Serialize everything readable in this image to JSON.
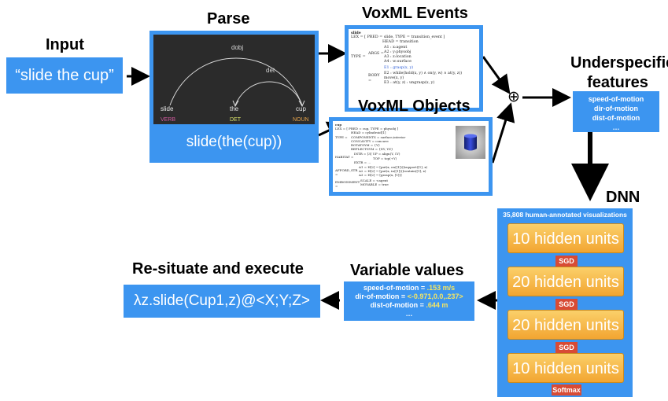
{
  "input": {
    "title": "Input",
    "text": "“slide the cup”"
  },
  "parse": {
    "title": "Parse",
    "arcs": [
      "dobj",
      "det"
    ],
    "words": [
      "slide",
      "the",
      "cup"
    ],
    "pos": [
      "VERB",
      "DET",
      "NOUN"
    ],
    "logical_form": "slide(the(cup))",
    "colors": {
      "panel": "#2b2b2b",
      "arc": "#d8d8d8",
      "verb": "#d05a9e",
      "det": "#d9e06a",
      "noun": "#e4a24a"
    }
  },
  "voxml_events": {
    "title": "VoxML Events",
    "lines": [
      "slide",
      "LEX = [ PRED = slide, TYPE = transition_event ]",
      "HEAD = transition",
      "A1 : x:agent",
      "A2 : y:physobj",
      "A3 : z:location",
      "A4 : w:surface",
      "E1 : grasp(x, y)",
      "E2 : while(hold(x, y) ∧ on(y, w) ∧ at(y, z))",
      "move(x, y)",
      "E3 : at(y, z) : ungrasp(x, y)"
    ],
    "labels": [
      "TYPE =",
      "ARGS =",
      "BODY ="
    ]
  },
  "voxml_objects": {
    "title": "VoxML Objects",
    "lines": [
      "cup",
      "LEX = [ PRED = cup, TYPE = physobj ]",
      "HEAD = cylindroid[1]",
      "COMPONENTS = surface,interior",
      "CONCAVITY = concave",
      "ROTATSYM = {Y}",
      "REFLECTSYM = {XY, YZ}",
      "INTR = [3] UP = align(Y, ℰY)",
      "TOP = top(+Y)",
      "EXTR = ...",
      "A1 = H[2] → [put(x, on([1]))]support([1], x)",
      "A2 = H[2] → [put(x, in([1]))]contain([1], x)",
      "A3 = H[2] → [grasp(x, [1])]",
      "SCALE = <agent",
      "MOVABLE = true"
    ],
    "labels": [
      "TYPE =",
      "HABITAT =",
      "AFFORD_STR =",
      "EMBODIMENT ="
    ]
  },
  "underspecified": {
    "title": "Underspecified features",
    "items": [
      "speed-of-motion",
      "dir-of-motion",
      "dist-of-motion",
      "…"
    ]
  },
  "dnn": {
    "title": "DNN",
    "caption": "35,808 human-annotated visualizations",
    "layers": [
      "10 hidden units",
      "20 hidden units",
      "20 hidden units",
      "10 hidden units"
    ],
    "optimizers": [
      "SGD",
      "SGD",
      "SGD",
      "Softmax"
    ]
  },
  "variable_values": {
    "title": "Variable values",
    "rows": [
      {
        "label": "speed-of-motion = ",
        "value": ".153 m/s"
      },
      {
        "label": "dir-of-motion = ",
        "value": "<-0.971,0.0,.237>"
      },
      {
        "label": "dist-of-motion = ",
        "value": ".644 m"
      }
    ],
    "ellipsis": "…",
    "value_color": "#f5e663"
  },
  "resituate": {
    "title": "Re-situate and execute",
    "expression": "λz.slide(Cup1,z)@<X;Y;Z>"
  },
  "combine_symbol": "⊕",
  "colors": {
    "blue": "#3c95f0",
    "hidden_top": "#fbd06a",
    "hidden_bottom": "#f2a531",
    "tag": "#d84b35"
  }
}
